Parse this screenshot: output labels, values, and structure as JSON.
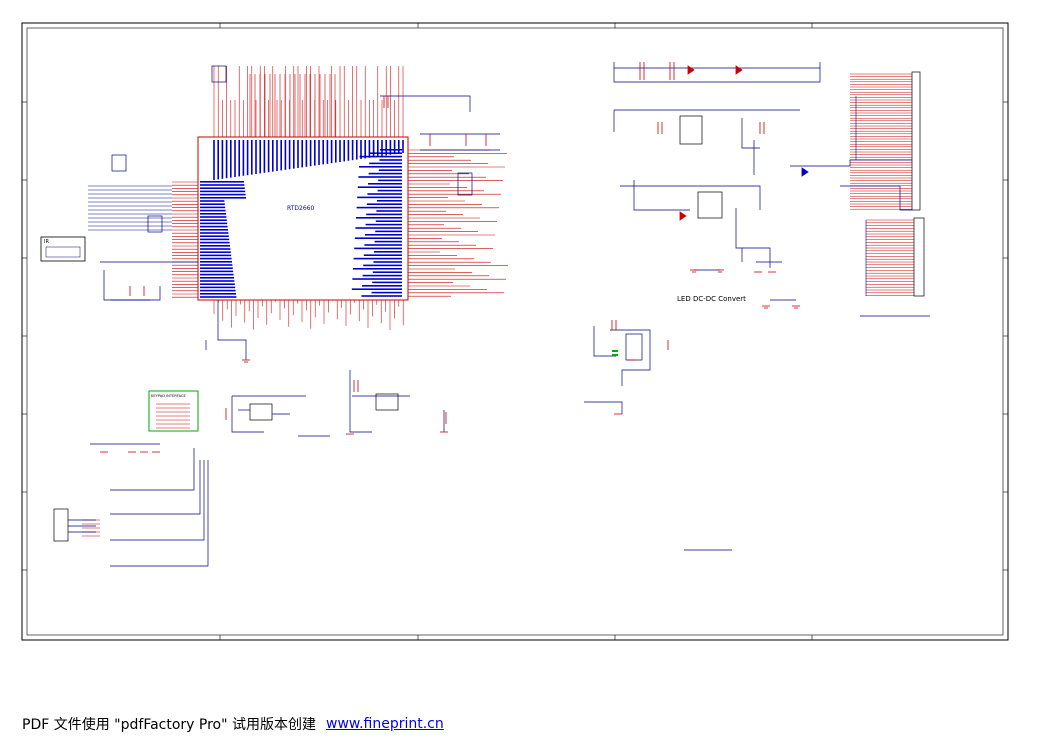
{
  "schematic": {
    "main_chip_label": "RTD2660",
    "led_section_title": "LED DC-DC Convert",
    "keypad_label": "KEYPAD INTERFACE",
    "ir_label": "IR",
    "colors": {
      "wire": "#000080",
      "component": "#cc0000",
      "pin_text": "#0000cc",
      "frame": "#000000",
      "net_highlight": "#00aa00"
    }
  },
  "footer": {
    "text": "PDF 文件使用 \"pdfFactory Pro\" 试用版本创建",
    "link_text": "www.fineprint.cn"
  }
}
